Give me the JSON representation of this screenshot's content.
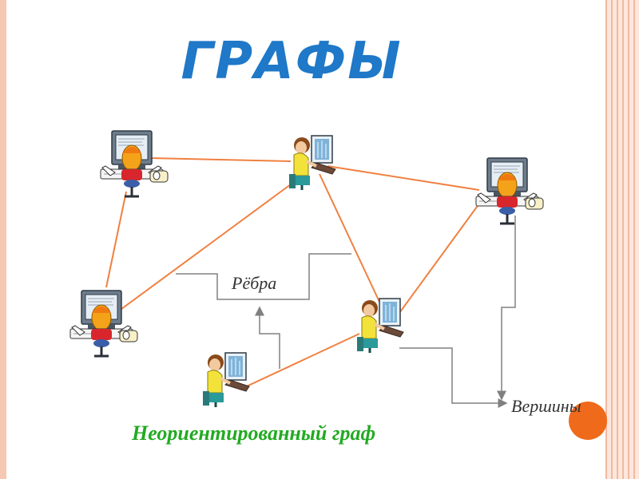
{
  "title": "ГРАФЫ",
  "labels": {
    "edges": "Рёбра",
    "vertices": "Вершины"
  },
  "caption": "Неориентированный граф",
  "colors": {
    "title": "#1f78c8",
    "caption": "#22aa22",
    "edge": "#f08040",
    "pointer": "#808080",
    "accent_dot": "#ef6a1a"
  },
  "nodes": [
    {
      "id": "A",
      "icon": "boy-at-computer-icon"
    },
    {
      "id": "B",
      "icon": "girl-at-computer-icon"
    },
    {
      "id": "C",
      "icon": "boy-at-computer-icon"
    },
    {
      "id": "D",
      "icon": "boy-at-computer-icon"
    },
    {
      "id": "E",
      "icon": "girl-at-computer-icon"
    },
    {
      "id": "F",
      "icon": "girl-at-computer-icon"
    }
  ],
  "edges": [
    [
      "A",
      "B"
    ],
    [
      "A",
      "D"
    ],
    [
      "B",
      "C"
    ],
    [
      "B",
      "D"
    ],
    [
      "B",
      "E"
    ],
    [
      "C",
      "E"
    ],
    [
      "E",
      "F"
    ]
  ]
}
